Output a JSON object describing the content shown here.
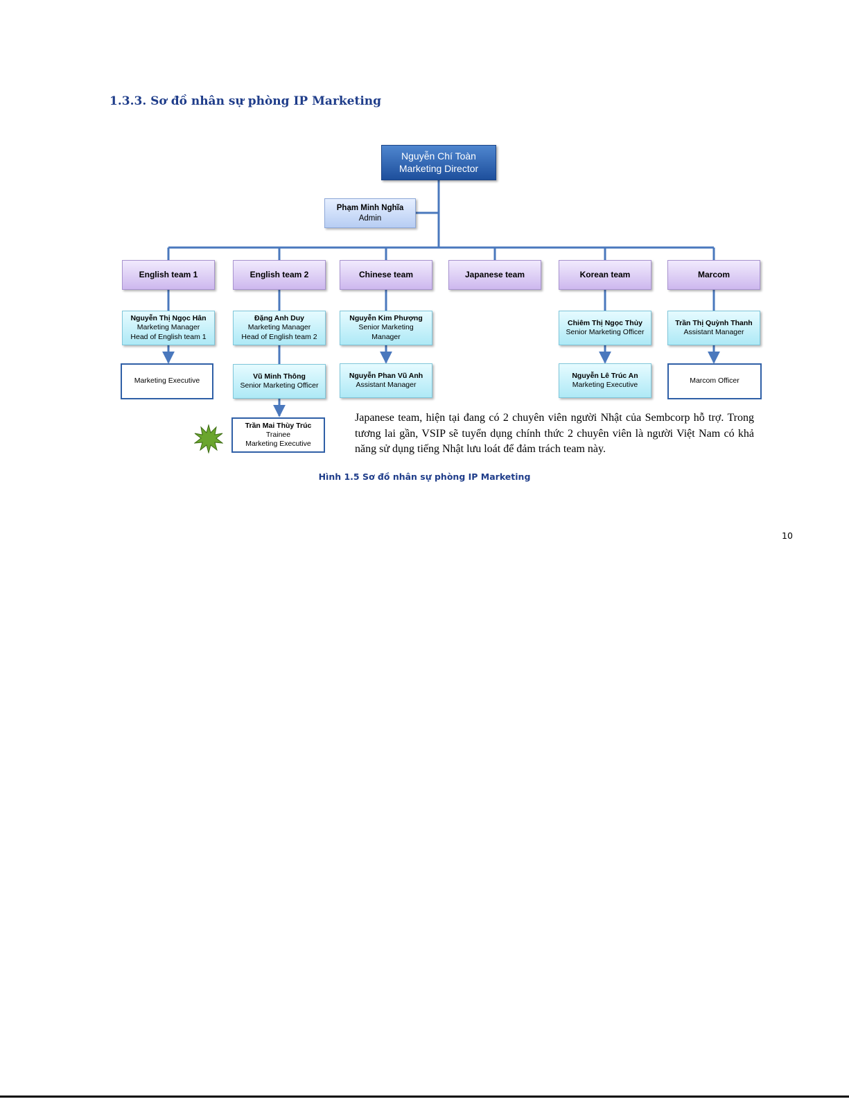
{
  "heading": "1.3.3. Sơ đồ nhân sự phòng IP Marketing",
  "org_chart": {
    "director": {
      "name": "Nguyễn Chí Toàn",
      "title": "Marketing Director"
    },
    "admin": {
      "name": "Phạm Minh Nghĩa",
      "title": "Admin"
    },
    "teams": [
      "English team 1",
      "English team 2",
      "Chinese team",
      "Japanese team",
      "Korean team",
      "Marcom"
    ],
    "english1_lead": {
      "name": "Nguyễn Thị Ngọc Hân",
      "line1": "Marketing Manager",
      "line2": "Head of English team 1"
    },
    "english1_staff": "Marketing Executive",
    "english2_lead": {
      "name": "Đặng Anh Duy",
      "line1": "Marketing Manager",
      "line2": "Head of English team 2"
    },
    "english2_staff": {
      "name": "Vũ Minh Thông",
      "title": "Senior Marketing Officer"
    },
    "english2_trainee": {
      "name": "Trần Mai Thùy Trúc",
      "line1": "Trainee",
      "line2": "Marketing Executive"
    },
    "chinese_lead": {
      "name": "Nguyễn Kim Phượng",
      "line1": "Senior Marketing",
      "line2": "Manager"
    },
    "chinese_staff": {
      "name": "Nguyễn Phan Vũ Anh",
      "title": "Assistant Manager"
    },
    "korean_lead": {
      "name": "Chiêm Thị Ngọc Thủy",
      "title": "Senior Marketing Officer"
    },
    "korean_staff": {
      "name": "Nguyễn Lê Trúc An",
      "title": "Marketing Executive"
    },
    "marcom_lead": {
      "name": "Trần Thị Quỳnh Thanh",
      "title": "Assistant Manager"
    },
    "marcom_staff": "Marcom Officer"
  },
  "note": "Japanese team, hiện tại đang có 2 chuyên viên người Nhật của Sembcorp hỗ trợ. Trong tương lai gần, VSIP sẽ tuyển dụng chính thức 2 chuyên viên là người Việt Nam có khả năng sử dụng tiếng Nhật lưu loát để đảm trách team này.",
  "caption": "Hình 1.5   Sơ đồ nhân sự phòng IP Marketing",
  "page_number": "10",
  "colors": {
    "heading": "#1f3d8a",
    "connector": "#4a78bd",
    "director_fill": "#1e4f9c",
    "team_fill": "#cdb8ee",
    "person_fill": "#aee9f6",
    "star": "#6aa52d"
  },
  "icons": {
    "trainee_marker": "burst-star-icon"
  }
}
